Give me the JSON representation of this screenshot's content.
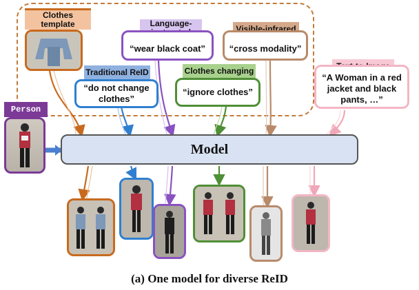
{
  "title": "Model",
  "caption": "(a) One model for diverse ReID",
  "person_label": "Person",
  "tasks": {
    "clothes_template": {
      "label": "Clothes template",
      "color": "#c86a1e"
    },
    "traditional": {
      "label": "Traditional ReID",
      "quote": "“do not change clothes”",
      "color": "#2f7fd0",
      "tag_bg": "#8fb1e0"
    },
    "language": {
      "label": "Language-instructed",
      "quote": "“wear black coat”",
      "color": "#8a52c0",
      "tag_bg": "#d7c4ef"
    },
    "clothes_changing": {
      "label": "Clothes changing",
      "quote": "“ignore clothes”",
      "color": "#4f8f35",
      "tag_bg": "#a9d18e"
    },
    "visible_infrared": {
      "label": "Visible-infrared",
      "quote": "“cross modality”",
      "color": "#b88a6a",
      "tag_bg": "#d4a88a"
    },
    "text_to_image": {
      "label": "Text-to-Image",
      "quote": "“A Woman in a red jacket and black pants, …”",
      "color": "#f3b6c4",
      "tag_bg": "#f8c9d4"
    }
  },
  "colors": {
    "person": "#7b3a96",
    "model_fill": "#d9e2f3",
    "group_dashed": "#c27a3a",
    "arrow_blue": "#4a7fd0"
  }
}
